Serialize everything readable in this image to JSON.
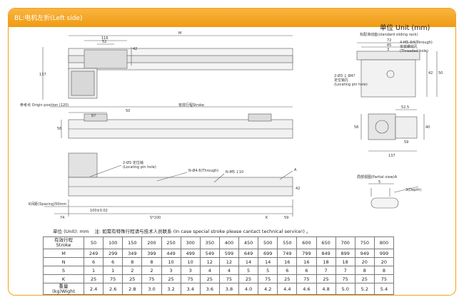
{
  "header": {
    "tab_title": "BL:电机左折(Left side)",
    "unit_title": "单位 Unit (mm)"
  },
  "labels": {
    "dim_M": "M",
    "dim_116": "116",
    "dim_52": "52",
    "dim_42": "42",
    "dim_137": "137",
    "origin": "参考点 Origin position (120)",
    "stroke": "有效行程Stroke",
    "dim_50": "50",
    "dim_87": "87",
    "dim_56": "56",
    "pin_holes": "2-Ø3 定位销",
    "pin_holes_en": "(Locating pin hole)",
    "n_through": "N-Ø4.6(Through)",
    "n_m5": "N-M5 ↧10",
    "marker_A": "A",
    "k_spacing": "K间距(Spacing)50mm",
    "dim_74": "74",
    "dim_100": "100±0.02",
    "dim_s100": "S*100",
    "dim_K": "K",
    "dim_59": "59",
    "dim_42b": "42",
    "slide_rack": "标配滑动座(standard sliding rack)",
    "dim_72": "72",
    "dim_65": "65",
    "dim_3": "3",
    "thread_holes": "4-M5-6H(Through)",
    "thread_holes_cn": "安装螺纹孔",
    "thread_holes_en": "(Threaded hole)",
    "pin_holes2": "2-Ø3 ↧ Ø4?",
    "pin_holes2_cn": "定位销孔",
    "pin_holes2_en": "(Locating pin hole)",
    "dim_42c": "42",
    "dim_50b": "50",
    "dim_525": "52.5",
    "dim_56b": "56",
    "dim_40": "40",
    "dim_59b": "59",
    "dim_137b": "137",
    "partial_view": "局部视图(Partial view)A",
    "dim_5": "5",
    "dim_depth": "3(Depth)"
  },
  "note": {
    "unit": "单位 (Unit): mm",
    "remark": "注:  如需有特殊行程请与技术人员联系 (In case special stroke please cantact technical service!)  。"
  },
  "table": {
    "header_label_cn": "有效行程",
    "header_label_en": "Stroke",
    "strokes": [
      "50",
      "100",
      "150",
      "200",
      "250",
      "300",
      "350",
      "400",
      "450",
      "500",
      "550",
      "600",
      "650",
      "700",
      "750",
      "800"
    ],
    "rows": [
      {
        "label": "M",
        "values": [
          "249",
          "299",
          "349",
          "399",
          "449",
          "499",
          "549",
          "599",
          "649",
          "699",
          "749",
          "799",
          "849",
          "899",
          "949",
          "999"
        ]
      },
      {
        "label": "N",
        "values": [
          "6",
          "6",
          "8",
          "8",
          "10",
          "10",
          "12",
          "12",
          "14",
          "14",
          "16",
          "16",
          "18",
          "18",
          "20",
          "20"
        ]
      },
      {
        "label": "S",
        "values": [
          "1",
          "1",
          "2",
          "2",
          "3",
          "3",
          "4",
          "4",
          "5",
          "5",
          "6",
          "6",
          "7",
          "7",
          "8",
          "8"
        ]
      },
      {
        "label": "K",
        "values": [
          "25",
          "75",
          "25",
          "75",
          "25",
          "75",
          "25",
          "75",
          "25",
          "75",
          "25",
          "75",
          "25",
          "75",
          "25",
          "75"
        ]
      }
    ],
    "weight_label_cn": "重量",
    "weight_label_en": "(kg)Wight",
    "weights": [
      "2.4",
      "2.6",
      "2.8",
      "3.0",
      "3.2",
      "3.4",
      "3.6",
      "3.8",
      "4.0",
      "4.2",
      "4.4",
      "4.6",
      "4.8",
      "5.0",
      "5.2",
      "5.4"
    ]
  }
}
